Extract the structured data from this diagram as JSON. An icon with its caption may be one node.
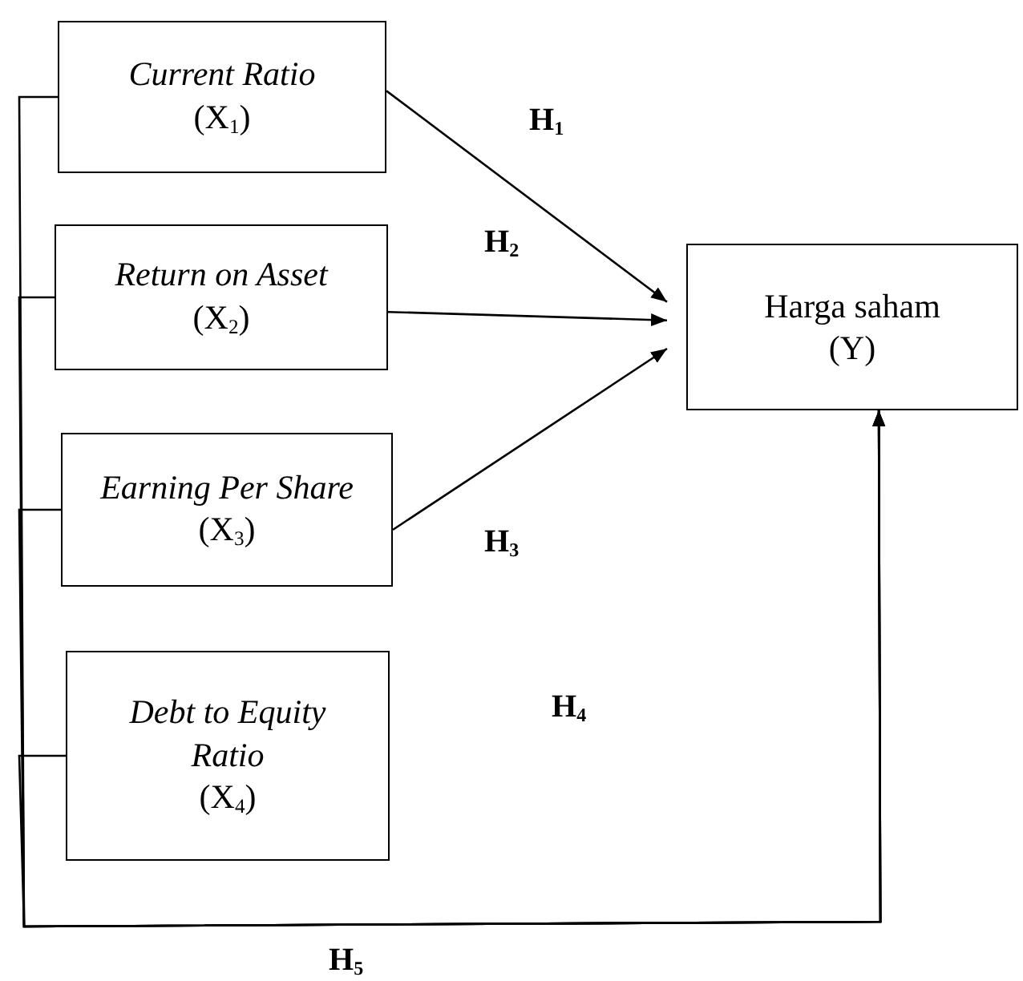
{
  "diagram": {
    "nodes": [
      {
        "text": [
          "Current Ratio",
          "(X$_{1}$)"
        ]
      },
      {
        "text": [
          "Return on Asset",
          "(X$_{2}$)"
        ]
      },
      {
        "text": [
          "Earning Per Share",
          "(X$_{3}$)"
        ]
      },
      {
        "text": [
          "Debt to Equity Ratio",
          "(X$_{4}$)"
        ]
      },
      {
        "text": [
          "Harga saham",
          "(Y)"
        ]
      }
    ],
    "edges": [
      {
        "from": 0,
        "to": 4,
        "arrow": "to",
        "label": "H$_{1}$"
      },
      {
        "from": 1,
        "to": 4,
        "arrow": "to",
        "label": "H$_{2}$"
      },
      {
        "from": 2,
        "to": 4,
        "arrow": "to",
        "label": "H$_{3}$"
      },
      {
        "from": 0,
        "to": 4,
        "arrow": "to"
      },
      {
        "from": 1,
        "to": 4,
        "arrow": "to"
      },
      {
        "from": 2,
        "to": 4,
        "arrow": "to"
      },
      {
        "from": 3,
        "to": 4,
        "arrow": "to"
      }
    ],
    "labels": [
      "H$_{4}$",
      "H$_{5}$"
    ]
  }
}
